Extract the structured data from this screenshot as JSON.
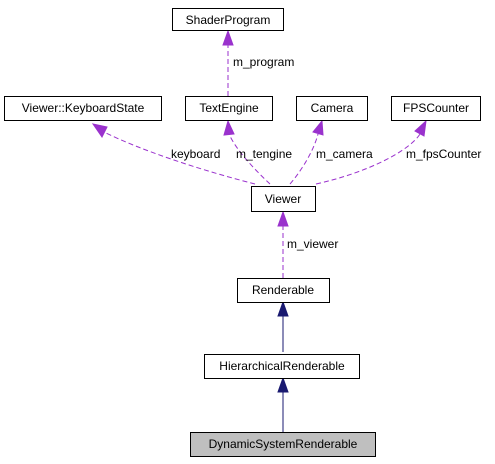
{
  "nodes": {
    "shader_program": "ShaderProgram",
    "keyboard_state": "Viewer::KeyboardState",
    "text_engine": "TextEngine",
    "camera": "Camera",
    "fps_counter": "FPSCounter",
    "viewer": "Viewer",
    "renderable": "Renderable",
    "hierarchical_renderable": "HierarchicalRenderable",
    "dynamic_system_renderable": "DynamicSystemRenderable"
  },
  "edge_labels": {
    "m_program": "m_program",
    "keyboard": "keyboard",
    "m_tengine": "m_tengine",
    "m_camera": "m_camera",
    "m_fps_counter": "m_fpsCounter",
    "m_viewer": "m_viewer"
  },
  "colors": {
    "usage_edge": "#9a32cd",
    "inheritance_edge": "#191970",
    "highlight_node": "#bfbfbf"
  }
}
